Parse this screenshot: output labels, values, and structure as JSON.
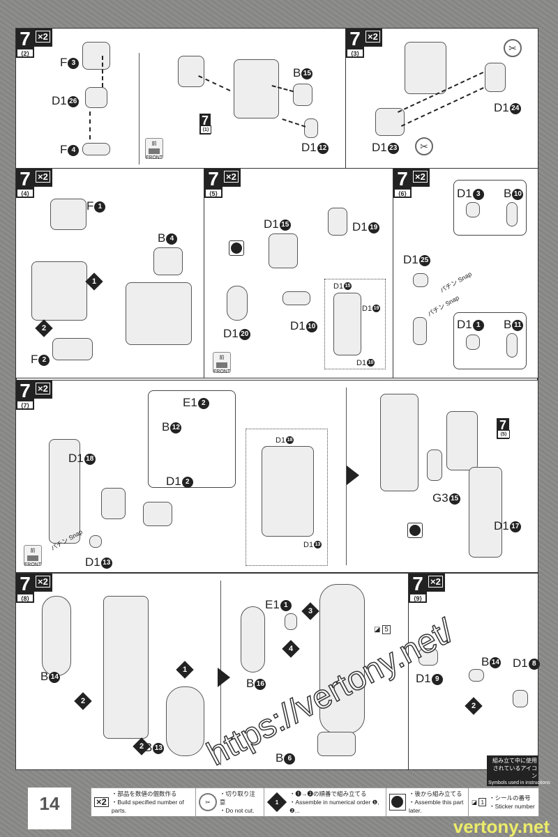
{
  "page_number": "14",
  "steps": {
    "s2": {
      "num": "7",
      "sub": "⟨2⟩",
      "mult": "×2"
    },
    "s3": {
      "num": "7",
      "sub": "⟨3⟩",
      "mult": "×2"
    },
    "s4": {
      "num": "7",
      "sub": "⟨4⟩",
      "mult": "×2"
    },
    "s5": {
      "num": "7",
      "sub": "⟨5⟩",
      "mult": "×2"
    },
    "s6": {
      "num": "7",
      "sub": "⟨6⟩",
      "mult": "×2"
    },
    "s7": {
      "num": "7",
      "sub": "⟨7⟩",
      "mult": "×2"
    },
    "s8": {
      "num": "7",
      "sub": "⟨8⟩",
      "mult": "×2"
    },
    "s9": {
      "num": "7",
      "sub": "⟨9⟩",
      "mult": "×2"
    }
  },
  "refs": {
    "r1": {
      "num": "7",
      "sub": "⟨1⟩"
    },
    "r5": {
      "num": "7",
      "sub": "⟨5⟩"
    }
  },
  "front": {
    "jp": "前",
    "en": "FRONT"
  },
  "snap": {
    "jp": "パチン",
    "en": "Snap"
  },
  "parts": {
    "F3": [
      "F",
      "3"
    ],
    "D126": [
      "D1",
      "26"
    ],
    "F4": [
      "F",
      "4"
    ],
    "B15": [
      "B",
      "15"
    ],
    "D112": [
      "D1",
      "12"
    ],
    "D124": [
      "D1",
      "24"
    ],
    "D123": [
      "D1",
      "23"
    ],
    "F1": [
      "F",
      "1"
    ],
    "B4": [
      "B",
      "4"
    ],
    "F2": [
      "F",
      "2"
    ],
    "D115": [
      "D1",
      "15"
    ],
    "D119": [
      "D1",
      "19"
    ],
    "D120": [
      "D1",
      "20"
    ],
    "D110": [
      "D1",
      "10"
    ],
    "D13": [
      "D1",
      "3"
    ],
    "B10": [
      "B",
      "10"
    ],
    "D125": [
      "D1",
      "25"
    ],
    "D11": [
      "D1",
      "1"
    ],
    "B11": [
      "B",
      "11"
    ],
    "D118": [
      "D1",
      "18"
    ],
    "E12": [
      "E1",
      "2"
    ],
    "B12": [
      "B",
      "12"
    ],
    "D12": [
      "D1",
      "2"
    ],
    "D113": [
      "D1",
      "13"
    ],
    "G315": [
      "G3",
      "15"
    ],
    "D117": [
      "D1",
      "17"
    ],
    "B14": [
      "B",
      "14"
    ],
    "B13": [
      "B",
      "13"
    ],
    "E11": [
      "E1",
      "1"
    ],
    "B16": [
      "B",
      "16"
    ],
    "B6": [
      "B",
      "6"
    ],
    "D19": [
      "D1",
      "9"
    ],
    "D18": [
      "D1",
      "8"
    ]
  },
  "order": {
    "o1": "1",
    "o2": "2",
    "o3": "3",
    "o4": "4"
  },
  "sticker": "5",
  "symbols_box": {
    "jp1": "組み立て中に使用",
    "jp2": "されているアイコン",
    "en": "Symbols used in instructions"
  },
  "legend": [
    {
      "icon": "×2",
      "jp": "・部品を数値の個数作る",
      "en": "・Build specified number of parts."
    },
    {
      "icon": "no-cut",
      "jp": "・切り取り注意",
      "en": "・Do not cut."
    },
    {
      "icon": "1",
      "jp": "・❶→❷の順番で組み立てる",
      "en": "・Assemble in numerical order ❶, ❷..."
    },
    {
      "icon": "later",
      "jp": "・後から組み立てる",
      "en": "・Assemble this part later."
    },
    {
      "icon": "sticker",
      "num": "1",
      "jp": "・シールの番号",
      "en": "・Sticker number"
    }
  ],
  "watermark": "https://vertony.net/",
  "watermark2": "vertony.net"
}
